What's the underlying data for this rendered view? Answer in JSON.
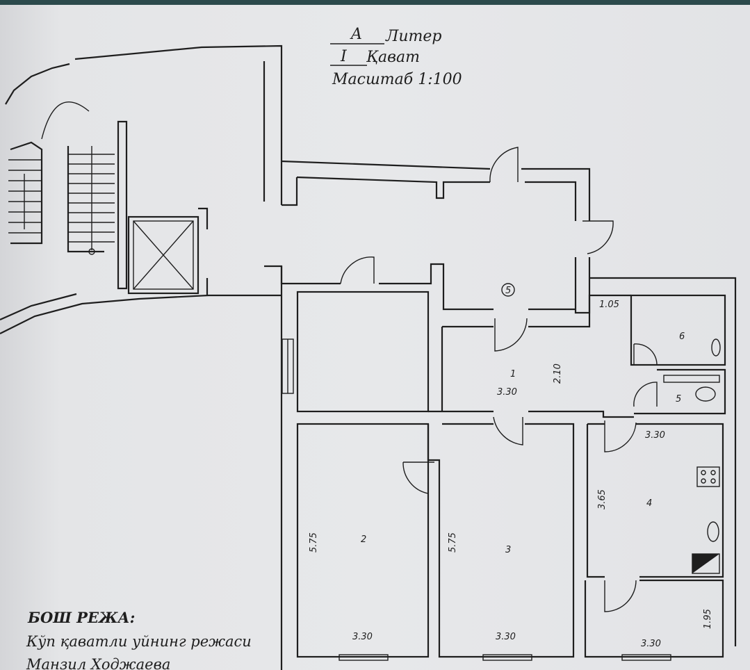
{
  "title_block": {
    "liter_value": "A",
    "liter_label": "Литер",
    "floor_value": "I",
    "floor_label": "Қават",
    "scale": "Масштаб 1:100"
  },
  "caption": {
    "heading": "БОШ РЕЖА:",
    "line1": "Кўп қаватли уйнинг режаси",
    "line2": "Манзил   Ходжаева"
  },
  "rooms": {
    "r1": "1",
    "r2": "2",
    "r3": "3",
    "r4": "4",
    "r5": "5",
    "r6": "6",
    "corridor": "5"
  },
  "dimensions": {
    "d_105": "1.05",
    "d_210": "2.10",
    "d_330_room1": "3.30",
    "d_330_room4": "3.30",
    "d_575_room2": "5.75",
    "d_575_room3": "5.75",
    "d_365": "3.65",
    "d_195": "1.95",
    "d_330_room2_bottom": "3.30",
    "d_330_room3_bottom": "3.30",
    "d_330_bottom_right": "3.30"
  }
}
